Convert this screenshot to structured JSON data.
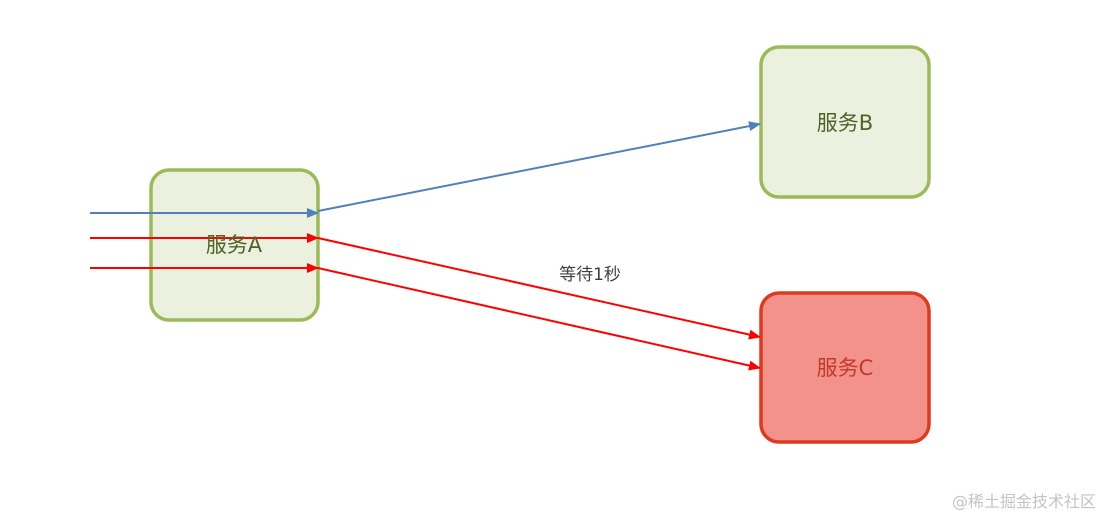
{
  "nodes": {
    "a": {
      "label": "服务A"
    },
    "b": {
      "label": "服务B"
    },
    "c": {
      "label": "服务C"
    }
  },
  "edge_label": "等待1秒",
  "watermark": "@稀土掘金技术社区",
  "colors": {
    "healthy_fill": "#ebf1de",
    "healthy_stroke": "#9bbb59",
    "healthy_text": "#4f6228",
    "failing_fill": "#f2928a",
    "failing_stroke": "#e03a1e",
    "failing_text": "#c0392b",
    "blue_arrow": "#4f81bd",
    "red_arrow": "#ff0000",
    "label_text": "#404040"
  }
}
